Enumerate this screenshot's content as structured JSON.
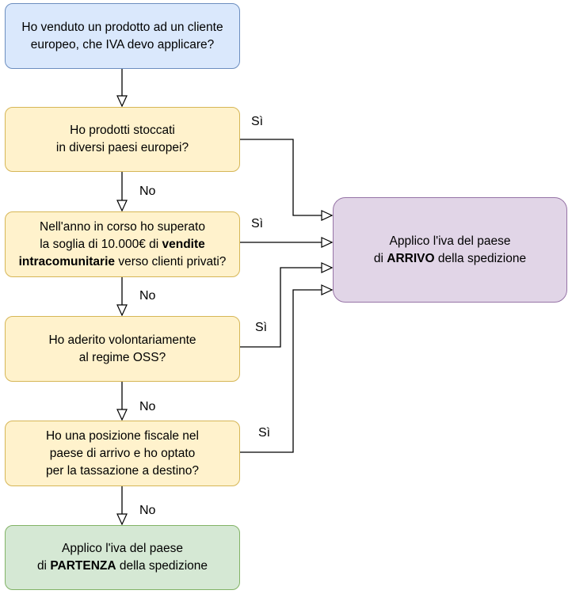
{
  "nodes": {
    "start": {
      "lines": [
        [
          "Ho venduto un prodotto ad un cliente"
        ],
        [
          "europeo, che IVA devo applicare?"
        ]
      ]
    },
    "q1": {
      "lines": [
        [
          "Ho prodotti stoccati"
        ],
        [
          "in diversi paesi europei?"
        ]
      ]
    },
    "q2": {
      "lines": [
        [
          "Nell'anno in corso ho superato"
        ],
        [
          "la soglia di 10.000€ di ",
          {
            "b": "vendite"
          }
        ],
        [
          {
            "b": "intracomunitarie"
          },
          " verso clienti privati?"
        ]
      ]
    },
    "q3": {
      "lines": [
        [
          "Ho aderito volontariamente"
        ],
        [
          "al regime OSS?"
        ]
      ]
    },
    "q4": {
      "lines": [
        [
          "Ho una posizione fiscale nel"
        ],
        [
          "paese di arrivo e ho optato"
        ],
        [
          "per la tassazione a destino?"
        ]
      ]
    },
    "partenza": {
      "lines": [
        [
          "Applico l'iva del paese"
        ],
        [
          "di ",
          {
            "b": "PARTENZA"
          },
          " della spedizione"
        ]
      ]
    },
    "arrivo": {
      "lines": [
        [
          "Applico l'iva del paese"
        ],
        [
          "di ",
          {
            "b": "ARRIVO"
          },
          " della spedizione"
        ]
      ]
    }
  },
  "labels": {
    "q1_yes": "Sì",
    "q1_no": "No",
    "q2_yes": "Sì",
    "q2_no": "No",
    "q3_yes": "Sì",
    "q3_no": "No",
    "q4_yes": "Sì",
    "q4_no": "No"
  },
  "colors": {
    "start_fill": "#dae8fc",
    "decision_fill": "#fff2cc",
    "partenza_fill": "#d5e8d4",
    "arrivo_fill": "#e1d5e7"
  }
}
